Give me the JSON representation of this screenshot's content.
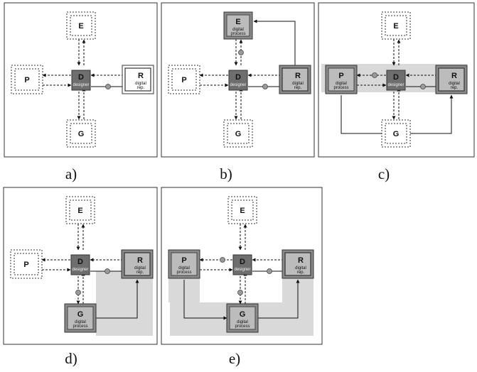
{
  "labels": {
    "E": "E",
    "P": "P",
    "D": "D",
    "R": "R",
    "G": "G",
    "designer": "designer",
    "digital_rep": "digital rep.",
    "digital_process": "digital process"
  },
  "panels": [
    {
      "id": "a",
      "caption": "a)",
      "digital": [],
      "shaded": "none"
    },
    {
      "id": "b",
      "caption": "b)",
      "digital": [
        "E"
      ],
      "shaded": "none"
    },
    {
      "id": "c",
      "caption": "c)",
      "digital": [
        "P"
      ],
      "shaded": "PDR"
    },
    {
      "id": "d",
      "caption": "d)",
      "digital": [
        "G"
      ],
      "shaded": "GR"
    },
    {
      "id": "e",
      "caption": "e)",
      "digital": [
        "P",
        "G"
      ],
      "shaded": "PGR"
    }
  ],
  "colors": {
    "frame": "#333333",
    "designer_fill": "#6e6e6e",
    "digital_fill": "#bcbcbc",
    "shade": "#d9d9d9",
    "connector": "#9a9a9a"
  }
}
